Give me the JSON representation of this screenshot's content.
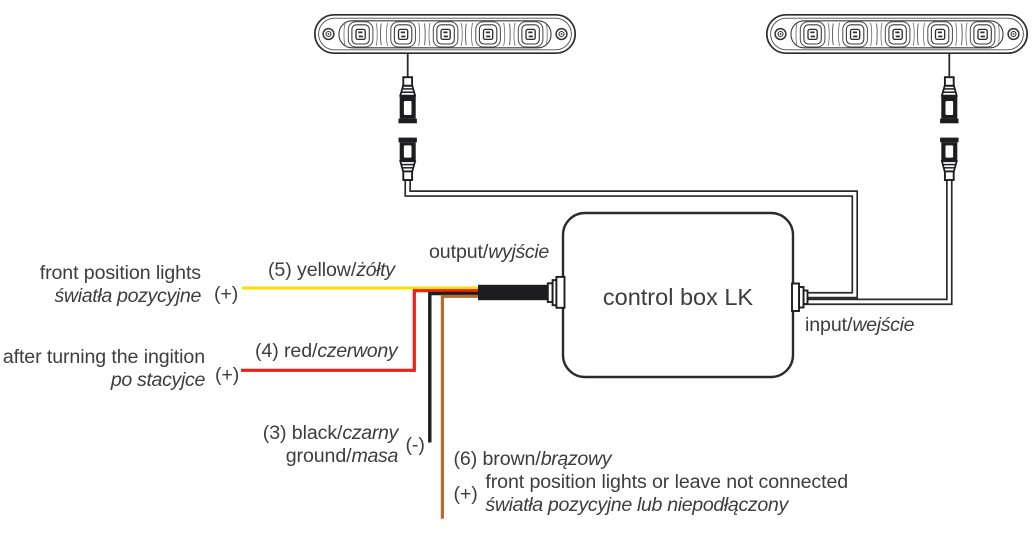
{
  "diagram": {
    "control_box": {
      "label": "control box LK"
    },
    "ports": {
      "output": {
        "label_en": "output/",
        "label_pl": "wyjście"
      },
      "input": {
        "label_en": "input/",
        "label_pl": "wejście"
      }
    },
    "lights": {
      "count": 2,
      "leds_per_bar": 5
    },
    "wires": [
      {
        "num": "5",
        "label": "(5) yellow/",
        "label_it": "żółty",
        "color": "#ffdf00",
        "polarity": "(+)",
        "desc": "front position lights",
        "desc_it": "światła pozycyjne"
      },
      {
        "num": "4",
        "label": "(4) red/",
        "label_it": "czerwony",
        "color": "#e8211d",
        "polarity": "(+)",
        "desc": "after turning the ingition",
        "desc_it": "po stacyjce"
      },
      {
        "num": "3",
        "label": "(3) black/",
        "label_it": "czarny",
        "color": "#1d1d1f",
        "polarity": "(-)",
        "desc": "ground/",
        "desc_it": "masa"
      },
      {
        "num": "6",
        "label": "(6) brown/",
        "label_it": "brązowy",
        "color": "#b66b33",
        "polarity": "(+)",
        "desc": "front position lights or leave not connected",
        "desc_it": "światła pozycyjne lub niepodłączony"
      }
    ]
  }
}
